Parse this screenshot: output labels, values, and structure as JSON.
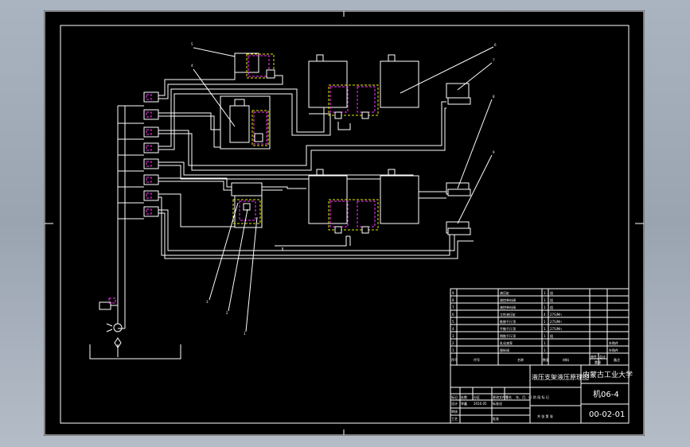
{
  "drawing": {
    "callouts": [
      "5",
      "4",
      "6",
      "7",
      "8",
      "9",
      "3",
      "2",
      "1"
    ],
    "title_block": {
      "parts_rows": [
        {
          "no": "9",
          "name": "液压缸",
          "qty": "1",
          "material": "组"
        },
        {
          "no": "8",
          "name": "液控单向阀",
          "qty": "1",
          "material": "组"
        },
        {
          "no": "7",
          "name": "液控单向阀",
          "qty": "1",
          "material": "组"
        },
        {
          "no": "6",
          "name": "立柱液压缸",
          "qty": "4",
          "material": "27SiMn"
        },
        {
          "no": "5",
          "name": "推移千斤顶",
          "qty": "1",
          "material": "27SiMn"
        },
        {
          "no": "4",
          "name": "平衡千斤顶",
          "qty": "1",
          "material": "27SiMn"
        },
        {
          "no": "3",
          "name": "侧推千斤顶",
          "qty": "1",
          "material": "组"
        },
        {
          "no": "2",
          "name": "乳化液泵",
          "qty": "1",
          "material": "",
          "note": "外购件"
        },
        {
          "no": "1",
          "name": "操纵阀",
          "qty": "1",
          "material": "",
          "note": "外购件"
        }
      ],
      "header": {
        "seq": "序号",
        "code": "代号",
        "name": "名称",
        "qty": "数量",
        "material": "材料",
        "unit_weight": "单件",
        "total_weight": "总计",
        "weight": "重量",
        "remarks": "备注"
      },
      "title": "液压支架液压原理图",
      "school": "内蒙古工业大学",
      "class": "机06-4",
      "drawing_no": "00-02-01",
      "stage_labels": "阶 段 标 记",
      "sheet_labels": "共  张  第  张",
      "sign_labels": [
        "标记",
        "处数",
        "分区",
        "更改文件号",
        "签名",
        "年、月、日"
      ],
      "designer_row": [
        "设计",
        "李鑫",
        "2010.05",
        "标准化"
      ],
      "review": "审核",
      "process": "工艺",
      "approve": "批准"
    }
  }
}
